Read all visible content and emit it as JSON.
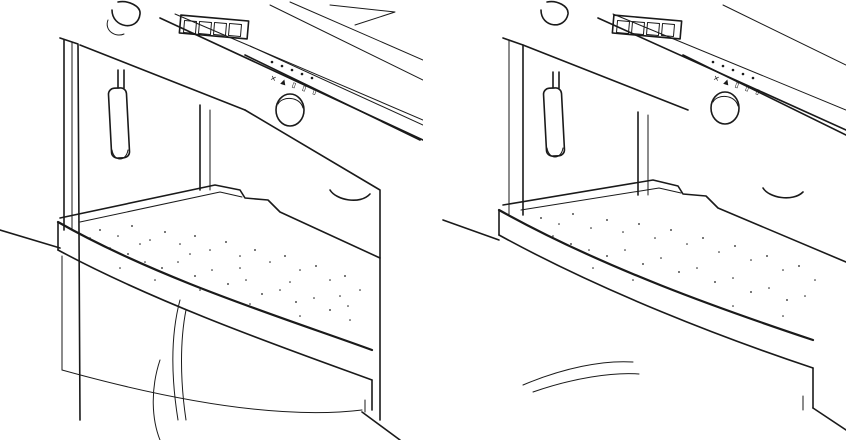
{
  "figure": {
    "panels": [
      {
        "id": "left",
        "state": "drip-tray-being-pulled"
      },
      {
        "id": "right",
        "state": "drip-tray-removed-motion"
      }
    ]
  },
  "colors": {
    "ink": "#1a1a1a",
    "background": "#ffffff"
  },
  "icons": [
    "knob-icon",
    "steam-wand-icon",
    "control-panel-icon",
    "drip-tray-icon",
    "hand-motion-icon"
  ]
}
